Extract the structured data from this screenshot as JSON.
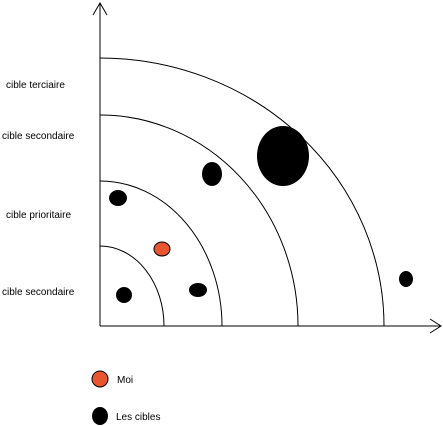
{
  "colors": {
    "background": "#ffffff",
    "stroke": "#000000",
    "moi": "#e8552f",
    "cible": "#000000"
  },
  "zone_labels": {
    "tertiaire": "cible terciaire",
    "secondaire_haut": "cible secondaire",
    "prioritaire": "cible prioritaire",
    "secondaire_bas": "cible secondaire"
  },
  "legend": {
    "moi": "Moi",
    "cibles": "Les cibles"
  }
}
